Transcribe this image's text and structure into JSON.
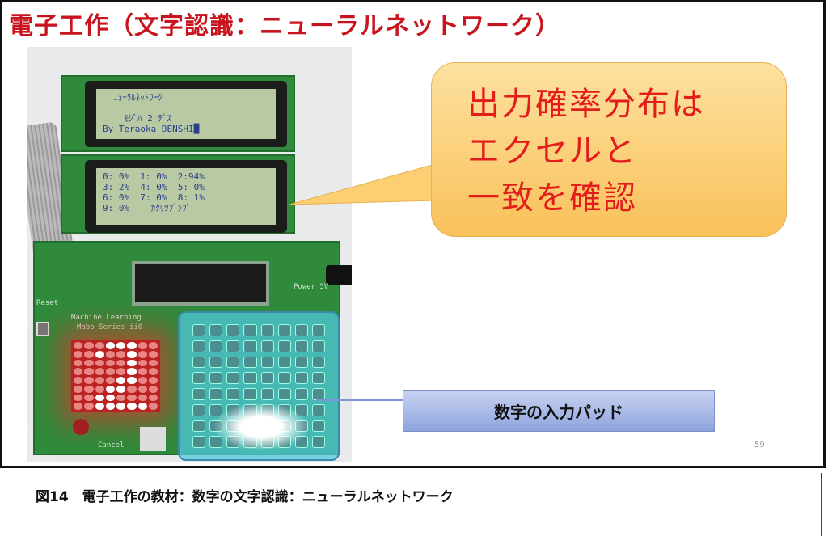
{
  "slide": {
    "title": "電子工作（文字認識：ニューラルネットワーク）",
    "callout_lines": [
      "出力確率分布は",
      "エクセルと",
      "一致を確認"
    ],
    "pad_label": "数字の入力パッド",
    "page_number": "59"
  },
  "photo": {
    "lcd1_lines": [
      "  ﾆｭｰﾗﾙﾈｯﾄﾜｰｸ",
      "",
      "    ﾓｼﾞﾊ 2 ﾃﾞｽ",
      "By Teraoka DENSHI█"
    ],
    "lcd2_lines": [
      "0: 0%  1: 0%  2:94%",
      "3: 2%  4: 0%  5: 0%",
      "6: 0%  7: 0%  8: 1%",
      "9: 0%    ｶｸﾘﾂﾌﾞﾝﾌﾟ"
    ],
    "board_labels": {
      "reset": "Reset",
      "power": "Power 5V",
      "series1": "Machine Learning",
      "series2": "Mabo Series ii0",
      "cancel": "Cancel"
    },
    "matrix_digit_rows": [
      "00011100",
      "00100100",
      "00000100",
      "00000100",
      "00001100",
      "00011000",
      "00110000",
      "00111110"
    ]
  },
  "caption": "図14　電子工作の教材：数字の文字認識：ニューラルネットワーク",
  "colors": {
    "title": "#c8141e",
    "callout_text": "#e31c1c",
    "callout_bg": "#f9c15a",
    "pad_label_bg": "#8ea4dc"
  }
}
